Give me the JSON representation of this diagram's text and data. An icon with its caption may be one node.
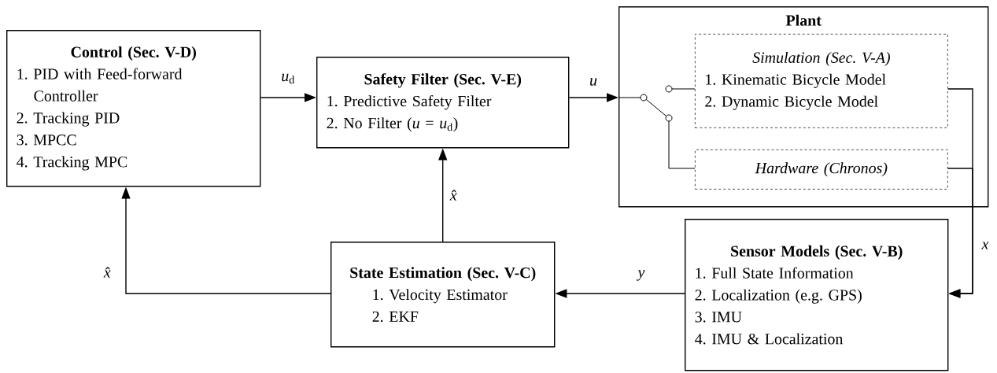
{
  "diagram": {
    "nodes": [
      {
        "text": [
          "Control (Sec. V-D)",
          "1. PID with Feed-forward Controller",
          "2. Tracking PID",
          "3. MPCC",
          "4. Tracking MPC"
        ]
      },
      {
        "text": [
          "Safety Filter (Sec. V-E)",
          "1. Predictive Safety Filter",
          "2. No Filter (*u* = *u*$_{d}$)"
        ]
      },
      {
        "text": [
          "Plant"
        ]
      },
      {
        "text": [
          "Simulation (Sec. V-A)",
          "1. Kinematic Bicycle Model",
          "2. Dynamic Bicycle Model"
        ],
        "in": 2
      },
      {
        "text": [
          "Hardware (Chronos)"
        ],
        "in": 2
      },
      {
        "text": [
          "Sensor Models (Sec. V-B)",
          "1. Full State Information",
          "2. Localization (e.g. GPS)",
          "3. IMU",
          "4. IMU & Localization"
        ]
      },
      {
        "text": [
          "State Estimation (Sec. V-C)",
          "1. Velocity Estimator",
          "2. EKF"
        ]
      }
    ],
    "edges": [
      {
        "from": 0,
        "to": 1,
        "arrow": "to",
        "label": "*u*$_{d}$"
      },
      {
        "from": 1,
        "to": 2,
        "arrow": "to",
        "label": "*u*"
      },
      {
        "from": 3,
        "to": 5,
        "arrow": "to",
        "label": "*x*"
      },
      {
        "from": 4,
        "to": 5,
        "arrow": "to"
      },
      {
        "from": 5,
        "to": 6,
        "arrow": "to",
        "label": "*y*"
      },
      {
        "from": 6,
        "to": 1,
        "arrow": "to",
        "label": "*x̂*"
      },
      {
        "from": 6,
        "to": 0,
        "arrow": "to",
        "label": "*x̂*"
      }
    ]
  }
}
